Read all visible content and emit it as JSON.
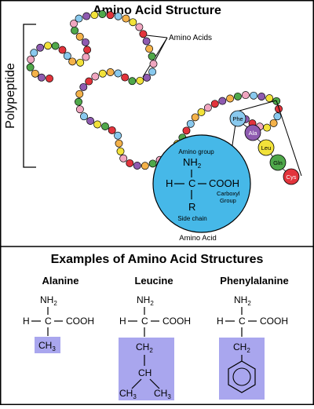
{
  "top_title": "Amino Acid Structure",
  "bracket_label": "Polypeptide",
  "callout_label": "Amino Acids",
  "zoom": {
    "amino_group": "Amino group",
    "nh2": "NH",
    "sub2": "2",
    "h": "H",
    "dash": "–",
    "c": "C",
    "cooh": "COOH",
    "carboxyl_1": "Carboxyl",
    "carboxyl_2": "Group",
    "r": "R",
    "side_chain": "Side chain",
    "caption": "Amino Acid"
  },
  "chain_residues": [
    "Phe",
    "Ala",
    "Leu",
    "Gln",
    "Cys"
  ],
  "bottom_title": "Examples of Amino Acid Structures",
  "examples": {
    "alanine": {
      "name": "Alanine",
      "nh2": "NH",
      "sub2": "2",
      "h": "H",
      "c": "C",
      "cooh": "COOH",
      "ch3": "CH",
      "sub3": "3"
    },
    "leucine": {
      "name": "Leucine",
      "nh2": "NH",
      "sub2": "2",
      "h": "H",
      "c": "C",
      "cooh": "COOH",
      "ch2": "CH",
      "ch2sub": "2",
      "ch": "CH",
      "ch3a": "CH",
      "ch3asub": "3",
      "ch3b": "CH",
      "ch3bsub": "3"
    },
    "phenylalanine": {
      "name": "Phenylalanine",
      "nh2": "NH",
      "sub2": "2",
      "h": "H",
      "c": "C",
      "cooh": "COOH",
      "ch2": "CH",
      "ch2sub": "2"
    }
  },
  "colors": {
    "highlight": "#a9a6ee",
    "zoom_circle": "#46b8e8",
    "phe": "#89c9ee",
    "ala": "#8e5bb0",
    "leu": "#f2e23a",
    "gln": "#4fa84a",
    "cys": "#e2343c",
    "beads": [
      "#e2343c",
      "#f2e23a",
      "#89c9ee",
      "#4fa84a",
      "#8e5bb0",
      "#f0a6c0",
      "#f4b24a"
    ]
  }
}
